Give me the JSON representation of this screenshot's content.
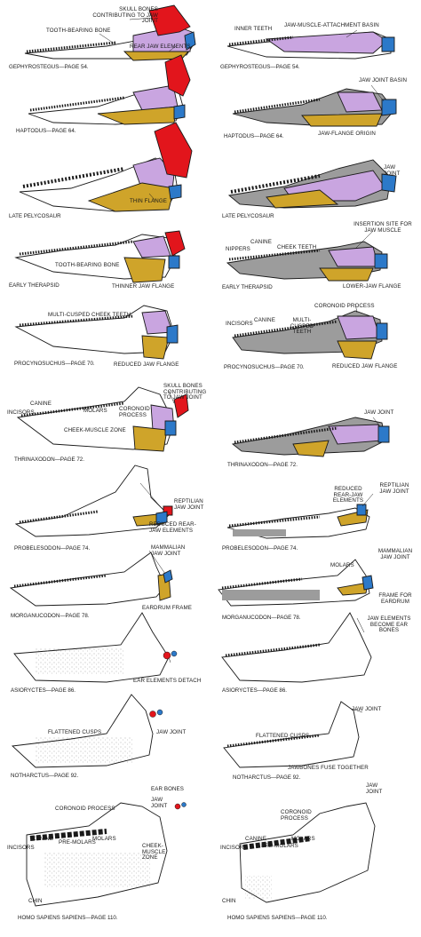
{
  "colors": {
    "skull_contribution": "#e2151c",
    "rear_jaw": "#c9a5e0",
    "flange": "#cfa42a",
    "jaw_joint": "#2c79c9",
    "bone_gray": "#9c9c9c",
    "outline": "#1a1a1a"
  },
  "left": [
    {
      "caption": "GEPHYROSTEGUS—page 54.",
      "labels": [
        "SKULL BONES CONTRIBUTING TO JAW JOINT",
        "TOOTH-BEARING BONE",
        "REAR JAW ELEMENTS"
      ]
    },
    {
      "caption": "HAPTODUS—page 64."
    },
    {
      "caption": "LATE PELYCOSAUR",
      "labels": [
        "THIN FLANGE"
      ]
    },
    {
      "caption": "EARLY THERAPSID",
      "labels": [
        "TOOTH-BEARING BONE",
        "THINNER JAW FLANGE"
      ]
    },
    {
      "caption": "PROCYNOSUCHUS—page 70.",
      "labels": [
        "MULTI-CUSPED CHEEK TEETH",
        "Reduced Jaw Flange"
      ]
    },
    {
      "caption": "THRINAXODON—page 72.",
      "labels": [
        "CANINE",
        "INCISORS",
        "MOLARS",
        "CORONOID PROCESS",
        "SKULL BONES CONTRIBUTING TO JAW JOINT",
        "CHEEK-MUSCLE ZONE"
      ]
    },
    {
      "caption": "PROBELESODON—page 74.",
      "labels": [
        "REPTILIAN JAW JOINT",
        "REDUCED REAR-JAW ELEMENTS"
      ]
    },
    {
      "caption": "MORGANUCODON—page 78.",
      "labels": [
        "MAMMALIAN JAW JOINT",
        "EARDRUM FRAME"
      ]
    },
    {
      "caption": "ASIORYCTES—page 86.",
      "labels": [
        "EAR ELEMENTS DETACH"
      ]
    },
    {
      "caption": "NOTHARCTUS—page 92.",
      "labels": [
        "FLATTENED CUSPS",
        "JAW JOINT"
      ]
    },
    {
      "caption": "HOMO SAPIENS SAPIENS—page 110.",
      "labels": [
        "EAR BONES",
        "CORONOID PROCESS",
        "JAW JOINT",
        "CANINE",
        "INCISORS",
        "PRE-MOLARS",
        "MOLARS",
        "CHEEK-MUSCLE ZONE",
        "CHIN"
      ]
    }
  ],
  "right": [
    {
      "caption": "GEPHYROSTEGUS—page 54.",
      "labels": [
        "INNER TEETH",
        "JAW-MUSCLE-ATTACHMENT BASIN"
      ]
    },
    {
      "caption": "HAPTODUS—page 64.",
      "labels": [
        "JAW JOINT BASIN",
        "JAW-FLANGE ORIGIN"
      ]
    },
    {
      "caption": "LATE PELYCOSAUR",
      "labels": [
        "JAW JOINT"
      ]
    },
    {
      "caption": "EARLY THERAPSID",
      "labels": [
        "INSERTION SITE FOR JAW MUSCLE",
        "NIPPERS",
        "CANINE",
        "CHEEK TEETH",
        "LOWER-JAW FLANGE"
      ]
    },
    {
      "caption": "PROCYNOSUCHUS—page 70.",
      "labels": [
        "CORONOID PROCESS",
        "INCISORS",
        "CANINE",
        "MULTI-CUSPED TEETH",
        "REDUCED JAW FLANGE"
      ]
    },
    {
      "caption": "THRINAXODON—page 72.",
      "labels": [
        "JAW JOINT"
      ]
    },
    {
      "caption": "PROBELESODON—page 74.",
      "labels": [
        "REDUCED REAR-JAW ELEMENTS",
        "REPTILIAN JAW JOINT"
      ]
    },
    {
      "caption": "MORGANUCODON—page 78.",
      "labels": [
        "MOLARS",
        "MAMMALIAN JAW JOINT",
        "FRAME FOR EARDRUM"
      ]
    },
    {
      "caption": "ASIORYCTES—page 86.",
      "labels": [
        "JAW ELEMENTS BECOME EAR BONES"
      ]
    },
    {
      "caption": "NOTHARCTUS—page 92.",
      "labels": [
        "JAW JOINT",
        "FLATTENED CUSPS",
        "JAWBONES FUSE TOGETHER"
      ]
    },
    {
      "caption": "HOMO SAPIENS SAPIENS—page 110.",
      "labels": [
        "JAW JOINT",
        "CORONOID PROCESS",
        "CANINE",
        "INCISORS",
        "PRE-MOLARS",
        "MOLARS",
        "CHIN"
      ]
    }
  ]
}
